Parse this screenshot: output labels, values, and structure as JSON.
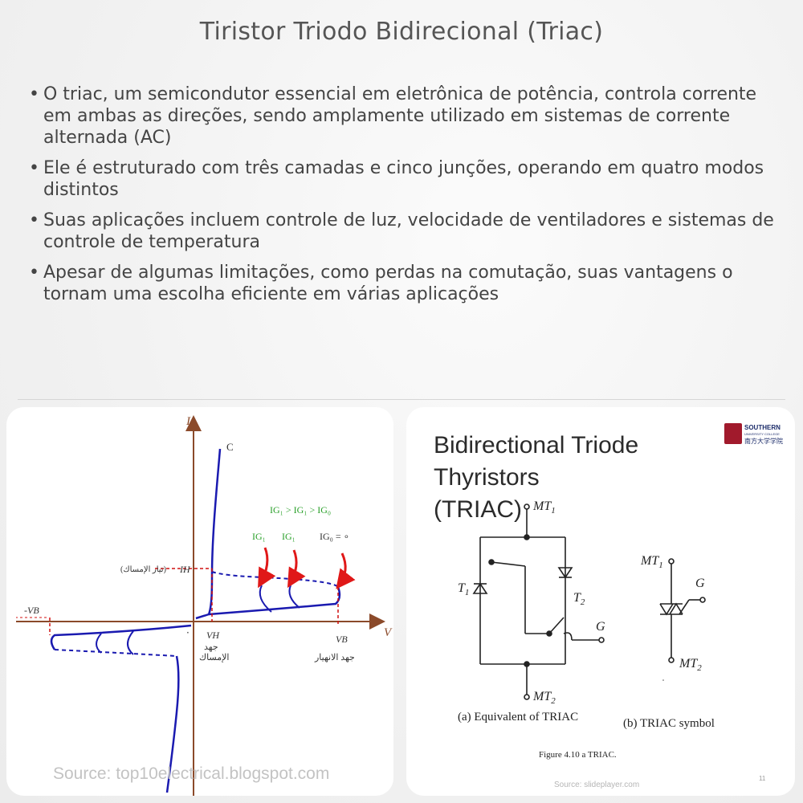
{
  "title": "Tiristor Triodo Bidirecional (Triac)",
  "bullets": [
    "O triac, um semicondutor essencial em eletrônica de potência, controla corrente em ambas as direções, sendo amplamente utilizado em sistemas de corrente alternada (AC)",
    "Ele é estruturado com três camadas e cinco junções, operando em quatro modos distintos",
    "Suas aplicações incluem controle de luz, velocidade de ventiladores e sistemas de controle de temperatura",
    "Apesar de algumas limitações, como perdas na comutação, suas vantagens o tornam uma escolha eficiente em várias aplicações"
  ],
  "left_figure": {
    "axis_i": "I",
    "axis_v": "V",
    "point_c": "C",
    "gate_relation": "IG₁ > IG₁ > IG₀",
    "gate_labels": [
      "IG₁",
      "IG₁",
      "IG₀ = ∘"
    ],
    "holding_current_ar": "(تيار الإمساك)",
    "holding_current": "IH",
    "neg_vb": "-VB",
    "vh": "VH",
    "vh_ar1": "جهد",
    "vh_ar2": "الإمساك",
    "vb": "VB",
    "vb_ar": "جهد الانهيار",
    "origin_mark": "·",
    "source": "Source: top10electrical.blogspot.com"
  },
  "right_figure": {
    "slide_title_line1": "Bidirectional Triode Thyristors",
    "slide_title_line2": "(TRIAC)",
    "logo_line1": "SOUTHERN",
    "logo_line2": "UNIVERSITY COLLEGE",
    "logo_line3": "南方大学学院",
    "mt1": "MT",
    "mt1_sub": "1",
    "mt2": "MT",
    "mt2_sub": "2",
    "t1": "T",
    "t1_sub": "1",
    "t2": "T",
    "t2_sub": "2",
    "g": "G",
    "caption_a": "(a) Equivalent of TRIAC",
    "caption_b": "(b) TRIAC symbol",
    "figure_caption": "Figure 4.10 a TRIAC.",
    "source": "Source: slideplayer.com",
    "page_number": "11"
  },
  "colors": {
    "curve": "#1a1ab0",
    "axis": "#8b4a2a",
    "dashed_red": "#d01010",
    "arrow_red": "#e01818",
    "green_text": "#2aa02a"
  }
}
